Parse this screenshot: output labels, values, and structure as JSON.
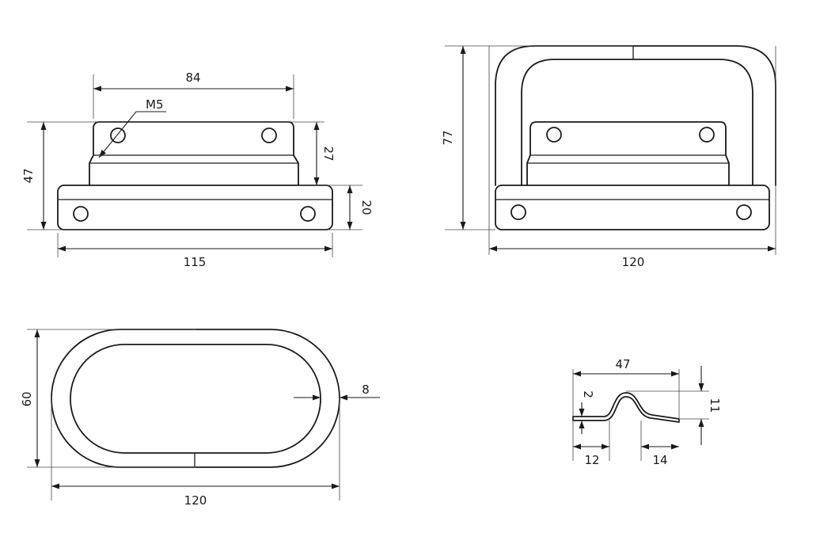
{
  "views": {
    "front": {
      "width": "115",
      "top_width": "84",
      "height": "47",
      "upper_height": "27",
      "base_height": "20",
      "thread": "M5"
    },
    "side": {
      "height": "77",
      "width": "120"
    },
    "top": {
      "height": "60",
      "width": "120",
      "thickness": "8"
    },
    "profile": {
      "length": "47",
      "thickness": "2",
      "height": "11",
      "left_flange": "12",
      "right_flange": "14"
    }
  },
  "colors": {
    "line": "#1a1a1a",
    "background": "#ffffff"
  }
}
